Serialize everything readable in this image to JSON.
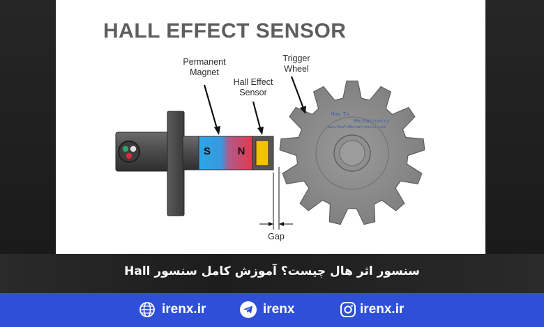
{
  "diagram": {
    "title": "HALL EFFECT SENSOR",
    "labels": {
      "magnet": [
        "Permanent",
        "Magnet"
      ],
      "sensor": [
        "Hall Effect",
        "Sensor"
      ],
      "wheel": [
        "Trigger",
        "Wheel"
      ],
      "gap": "Gap",
      "pole_s": "S",
      "pole_n": "N"
    },
    "watermark": [
      "How To",
      "Mechatronics",
      "www.HowToMechatronics.com"
    ],
    "colors": {
      "pole_s": "#2aa7e6",
      "pole_n": "#e5394b",
      "sensor": "#f2c400",
      "body": "#555555",
      "wheel": "#8a8a8a"
    }
  },
  "caption": "سنسور اثر هال چیست؟ آموزش کامل سنسور Hall",
  "footer": {
    "website": "irenx.ir",
    "telegram": "irenx",
    "instagram": "irenx.ir",
    "icons": [
      "globe-icon",
      "telegram-icon",
      "instagram-icon"
    ]
  }
}
